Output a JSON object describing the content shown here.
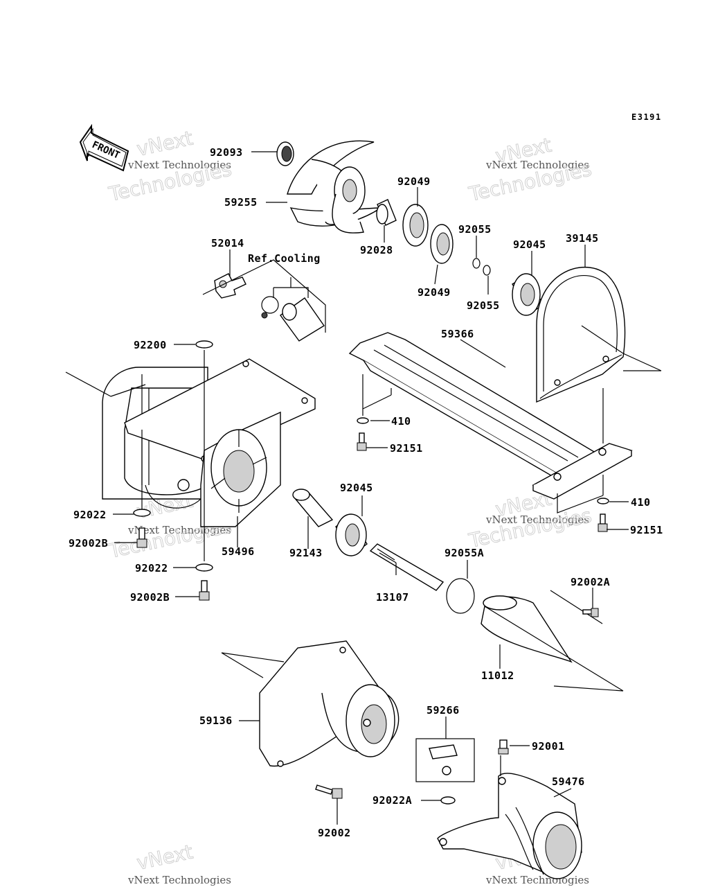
{
  "diagram_code": "E3191",
  "front_label": "FRONT",
  "ref_label": "Ref.Cooling",
  "watermark": {
    "line1": "vNext",
    "line2": "vNext Technologies",
    "line3": "Technologies"
  },
  "parts": [
    {
      "id": "92093"
    },
    {
      "id": "59255"
    },
    {
      "id": "92049"
    },
    {
      "id": "92028"
    },
    {
      "id": "92049b",
      "label": "92049"
    },
    {
      "id": "92055"
    },
    {
      "id": "92055b",
      "label": "92055"
    },
    {
      "id": "92045"
    },
    {
      "id": "39145"
    },
    {
      "id": "52014"
    },
    {
      "id": "92200"
    },
    {
      "id": "59366"
    },
    {
      "id": "410"
    },
    {
      "id": "92151"
    },
    {
      "id": "410b",
      "label": "410"
    },
    {
      "id": "92151b",
      "label": "92151"
    },
    {
      "id": "92045b",
      "label": "92045"
    },
    {
      "id": "92022"
    },
    {
      "id": "92002B"
    },
    {
      "id": "59496"
    },
    {
      "id": "92143"
    },
    {
      "id": "92022b",
      "label": "92022"
    },
    {
      "id": "92002Bb",
      "label": "92002B"
    },
    {
      "id": "92055A"
    },
    {
      "id": "13107"
    },
    {
      "id": "92002A"
    },
    {
      "id": "11012"
    },
    {
      "id": "59136"
    },
    {
      "id": "59266"
    },
    {
      "id": "92001"
    },
    {
      "id": "59476"
    },
    {
      "id": "92022A"
    },
    {
      "id": "92002"
    }
  ]
}
